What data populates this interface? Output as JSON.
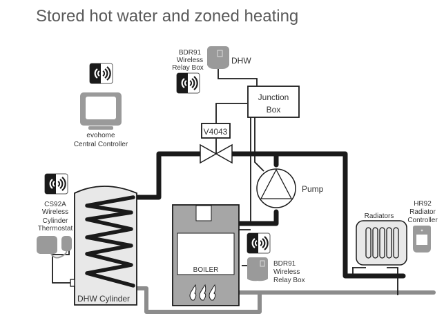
{
  "title": "Stored hot water and zoned heating",
  "colors": {
    "pipe_flow": "#1a1a1a",
    "pipe_return": "#8c8c8c",
    "device_grey": "#9a9a9a",
    "cylinder_fill": "#e8e8e8",
    "boiler_fill": "#a6a6a6",
    "title_text": "#5a5a5a"
  },
  "components": {
    "controller": {
      "line1": "evohome",
      "line2": "Central Controller",
      "icon": "monitor-icon",
      "wireless": true
    },
    "relay_top": {
      "line1": "BDR91",
      "line2": "Wireless",
      "line3": "Relay Box",
      "tag": "DHW",
      "wireless": true
    },
    "junction_box": {
      "line1": "Junction",
      "line2": "Box"
    },
    "valve": {
      "label": "V4043"
    },
    "pump": {
      "label": "Pump"
    },
    "cylinder_thermostat": {
      "line1": "CS92A",
      "line2": "Wireless",
      "line3": "Cylinder",
      "line4": "Thermostat",
      "wireless": true
    },
    "cylinder": {
      "label": "DHW Cylinder"
    },
    "boiler": {
      "label": "BOILER"
    },
    "relay_bottom": {
      "line1": "BDR91",
      "line2": "Wireless",
      "line3": "Relay Box",
      "wireless": true
    },
    "radiators": {
      "label": "Radiators"
    },
    "radiator_controller": {
      "line1": "HR92",
      "line2": "Radiator",
      "line3": "Controller"
    }
  }
}
